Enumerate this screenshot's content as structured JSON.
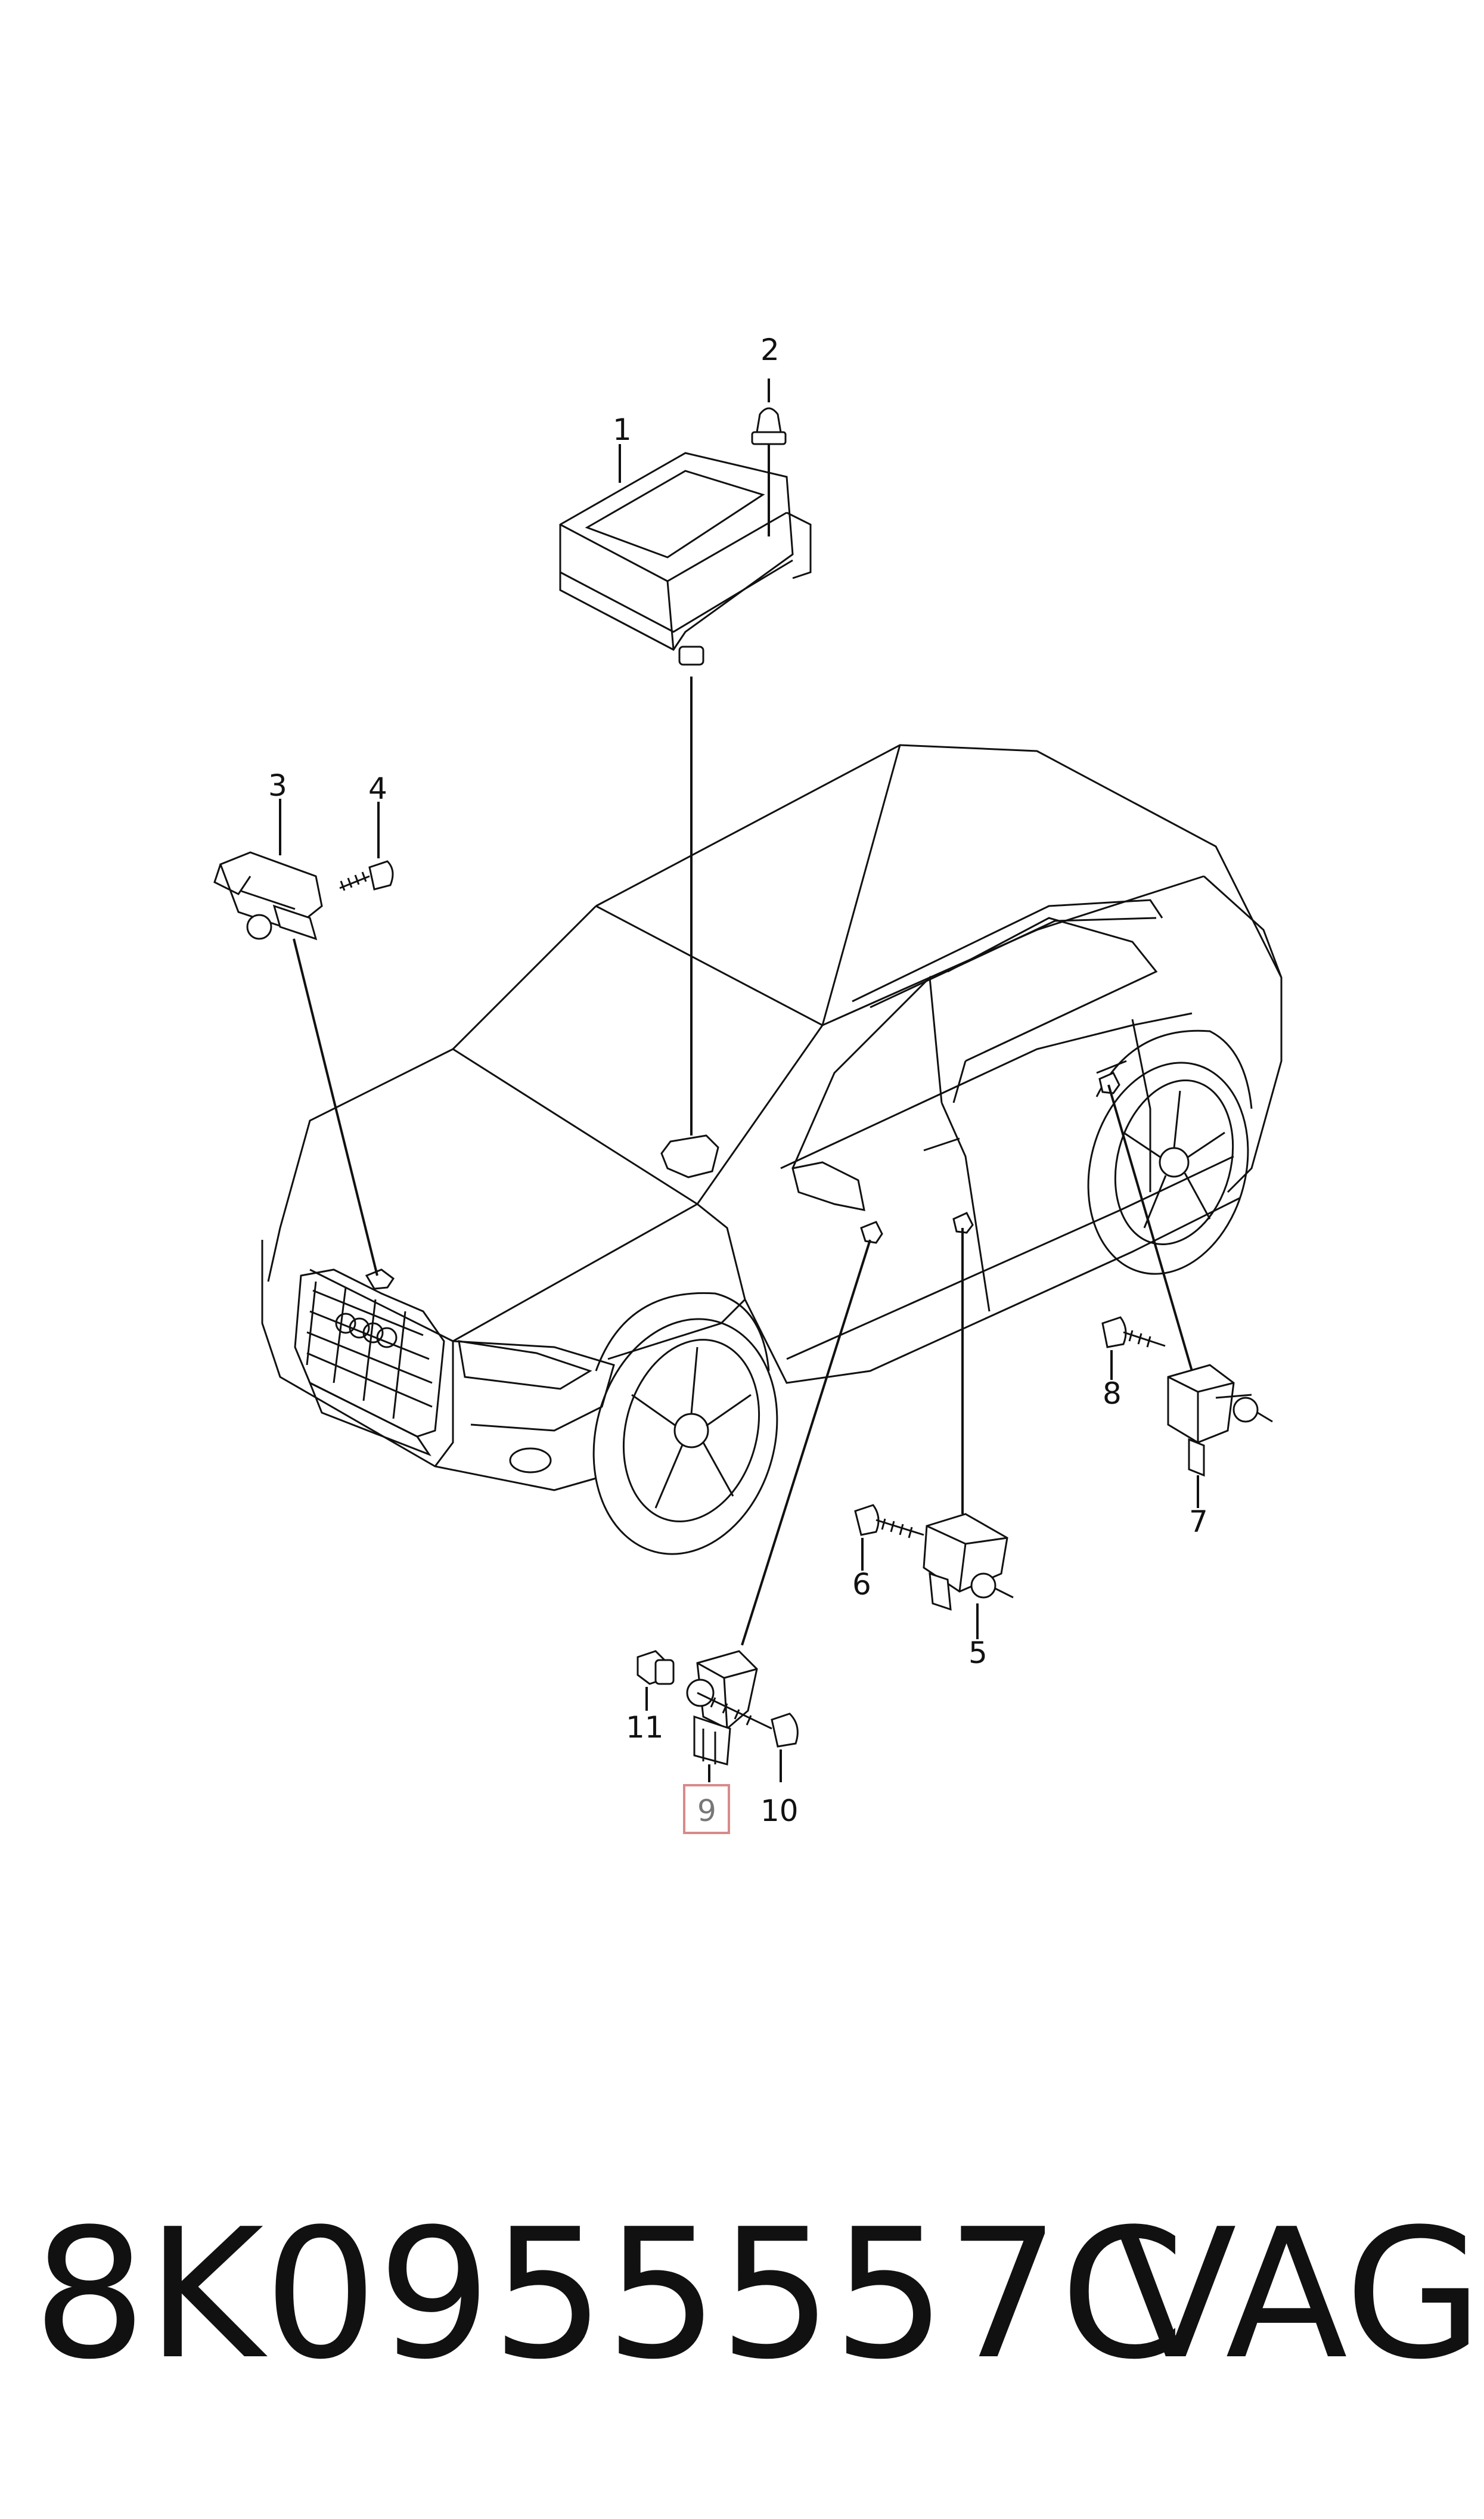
{
  "callouts": [
    {
      "id": "1",
      "label": "1"
    },
    {
      "id": "2",
      "label": "2"
    },
    {
      "id": "3",
      "label": "3"
    },
    {
      "id": "4",
      "label": "4"
    },
    {
      "id": "5",
      "label": "5"
    },
    {
      "id": "6",
      "label": "6"
    },
    {
      "id": "7",
      "label": "7"
    },
    {
      "id": "8",
      "label": "8"
    },
    {
      "id": "9",
      "label": "9"
    },
    {
      "id": "10",
      "label": "10"
    },
    {
      "id": "11",
      "label": "11"
    }
  ],
  "highlighted_callout": "9",
  "footer": {
    "part_number": "8K0955557C",
    "brand": "VAG"
  },
  "colors": {
    "line": "#111111",
    "highlight": "#d88a8a"
  }
}
